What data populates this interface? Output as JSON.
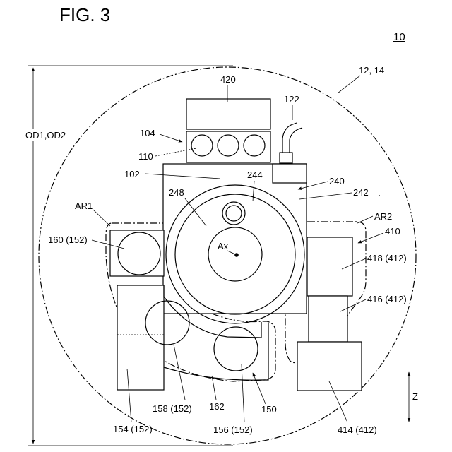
{
  "figure_title": "FIG. 3",
  "figure_number": "10",
  "labels": {
    "housing": "12, 14",
    "diameter": "OD1,OD2",
    "top_block": "420",
    "connector": "122",
    "cap_unit": "104",
    "cap_item": "110",
    "body": "102",
    "ref_244": "244",
    "ref_240": "240",
    "ref_242": "242",
    "ref_248": "248",
    "axis": "Ax",
    "area1": "AR1",
    "area2": "AR2",
    "ref_410": "410",
    "ref_160": "160 (152)",
    "ref_418": "418 (412)",
    "ref_416": "416 (412)",
    "ref_158": "158 (152)",
    "ref_162": "162",
    "ref_150": "150",
    "ref_154": "154 (152)",
    "ref_156": "156 (152)",
    "ref_414": "414 (412)",
    "direction": "Z"
  }
}
